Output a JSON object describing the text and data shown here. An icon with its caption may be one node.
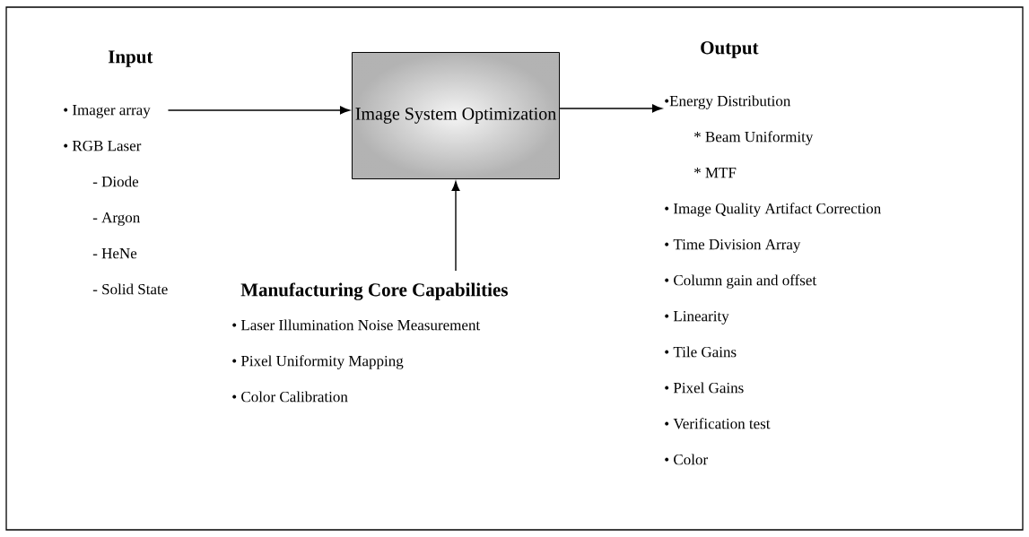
{
  "diagram": {
    "nodes": [
      {
        "text": [
          "Input",
          "• Imager array",
          "• RGB Laser",
          "- Diode",
          "- Argon",
          "- HeNe",
          "- Solid State"
        ]
      },
      {
        "text": [
          "Image System Optimization"
        ]
      },
      {
        "text": [
          "Output",
          "•Energy Distribution",
          "* Beam Uniformity",
          "* MTF",
          "• Image Quality Artifact Correction",
          "• Time Division Array",
          "• Column gain and offset",
          "• Linearity",
          "• Tile Gains",
          "• Pixel Gains",
          "• Verification test",
          "• Color"
        ]
      },
      {
        "text": [
          "Manufacturing Core Capabilities",
          "• Laser Illumination Noise Measurement",
          "• Pixel Uniformity Mapping",
          "• Color Calibration"
        ]
      }
    ],
    "edges": [
      {
        "from": 0,
        "to": 1,
        "arrow": "to"
      },
      {
        "from": 1,
        "to": 2,
        "arrow": "to"
      },
      {
        "from": 3,
        "to": 1,
        "arrow": "to"
      }
    ]
  }
}
